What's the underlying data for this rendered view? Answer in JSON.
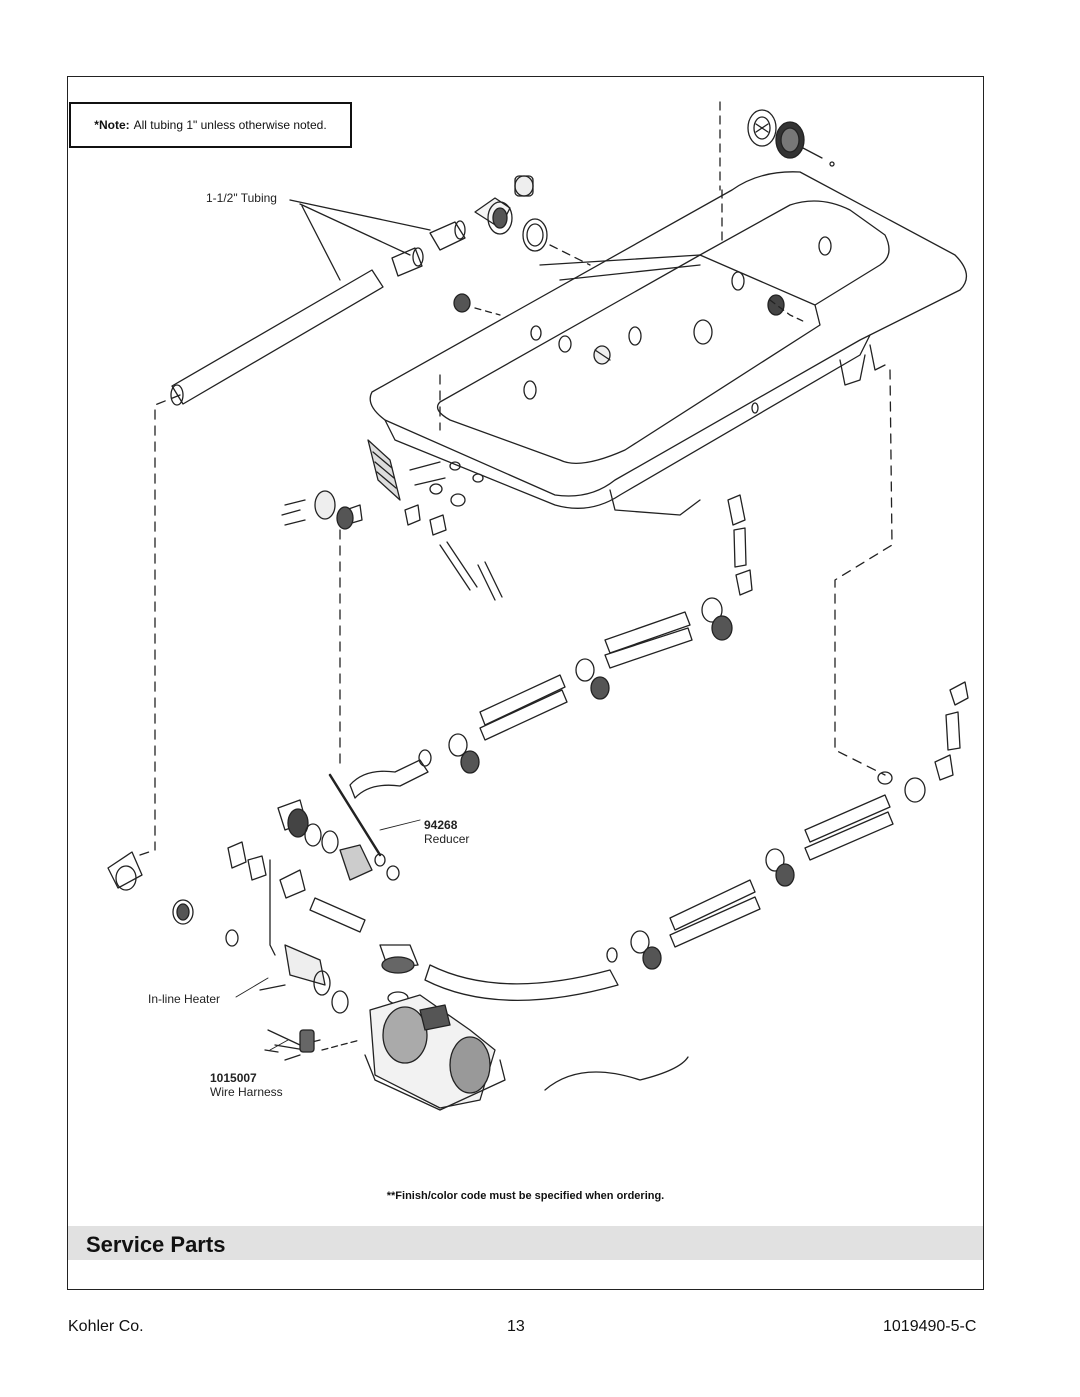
{
  "note": {
    "prefix": "*Note:",
    "text": "All tubing 1\" unless otherwise noted."
  },
  "labels": {
    "tubing": "1-1/2\" Tubing",
    "reducer_part": "94268",
    "reducer_name": "Reducer",
    "heater": "In-line Heater",
    "harness_part": "1015007",
    "harness_name": "Wire Harness"
  },
  "finish_note": "**Finish/color code must be specified when ordering.",
  "section_title": "Service Parts",
  "footer": {
    "company": "Kohler Co.",
    "page": "13",
    "doc_number": "1019490-5-C"
  }
}
